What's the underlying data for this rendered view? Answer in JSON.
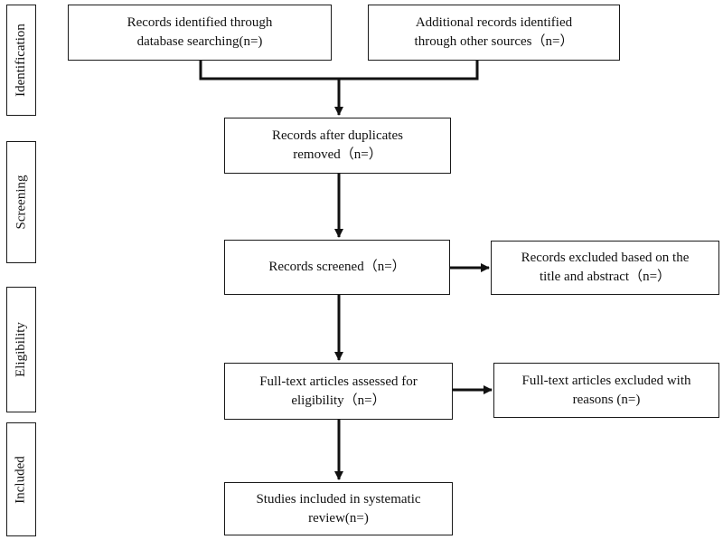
{
  "stages": {
    "identification": "Identification",
    "screening": "Screening",
    "eligibility": "Eligibility",
    "included": "Included"
  },
  "boxes": {
    "database_records": [
      "Records identified through",
      "database searching(n=)"
    ],
    "other_sources": [
      "Additional records identified",
      "through other sources（n=）"
    ],
    "duplicates_removed": [
      "Records after duplicates",
      "removed（n=）"
    ],
    "screened": [
      "Records screened（n=）"
    ],
    "excluded_title_abstract": [
      "Records excluded based on the",
      "title and abstract（n=）"
    ],
    "fulltext_assessed": [
      "Full-text articles assessed for",
      "eligibility（n=）"
    ],
    "fulltext_excluded": [
      "Full-text articles excluded with",
      "reasons (n=)"
    ],
    "included_studies": [
      "Studies included in systematic",
      "review(n=)"
    ]
  }
}
